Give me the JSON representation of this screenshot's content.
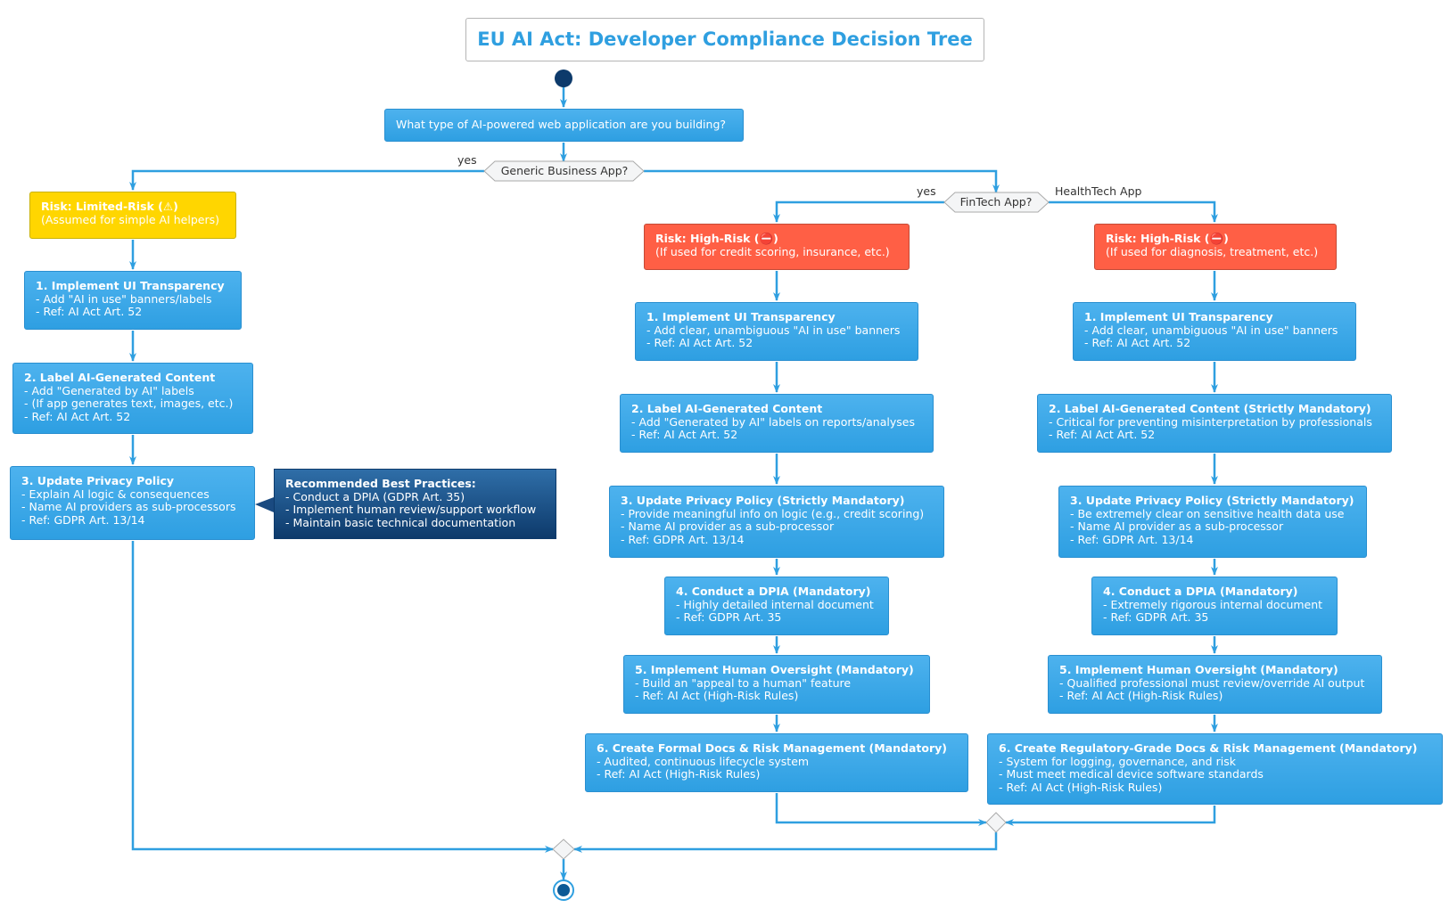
{
  "title": "EU AI Act: Developer Compliance Decision Tree",
  "start_question": "What type of AI-powered web application are you building?",
  "decision_generic": {
    "question": "Generic Business App?",
    "yes_label": "yes"
  },
  "decision_fintech": {
    "question": "FinTech App?",
    "yes_label": "yes",
    "no_label": "HealthTech App"
  },
  "generic": {
    "risk": {
      "title": "Risk: Limited-Risk (⚠)",
      "line1": "(Assumed for simple AI helpers)"
    },
    "step1": {
      "title": "1. Implement UI Transparency",
      "line1": "- Add \"AI in use\" banners/labels",
      "line2": "- Ref: AI Act Art. 52"
    },
    "step2": {
      "title": "2. Label AI-Generated Content",
      "line1": "- Add \"Generated by AI\" labels",
      "line2": "- (If app generates text, images, etc.)",
      "line3": "- Ref: AI Act Art. 52"
    },
    "step3": {
      "title": "3. Update Privacy Policy",
      "line1": "- Explain AI logic & consequences",
      "line2": "- Name AI providers as sub-processors",
      "line3": "- Ref: GDPR Art. 13/14"
    },
    "note": {
      "title": "Recommended Best Practices:",
      "line1": "- Conduct a DPIA (GDPR Art. 35)",
      "line2": "- Implement human review/support workflow",
      "line3": "- Maintain basic technical documentation"
    }
  },
  "fintech": {
    "risk": {
      "title": "Risk: High-Risk (⛔)",
      "line1": "(If used for credit scoring, insurance, etc.)"
    },
    "step1": {
      "title": "1. Implement UI Transparency",
      "line1": "- Add clear, unambiguous \"AI in use\" banners",
      "line2": "- Ref: AI Act Art. 52"
    },
    "step2": {
      "title": "2. Label AI-Generated Content",
      "line1": "- Add \"Generated by AI\" labels on reports/analyses",
      "line2": "- Ref: AI Act Art. 52"
    },
    "step3": {
      "title": "3. Update Privacy Policy (Strictly Mandatory)",
      "line1": "- Provide meaningful info on logic (e.g., credit scoring)",
      "line2": "- Name AI provider as a sub-processor",
      "line3": "- Ref: GDPR Art. 13/14"
    },
    "step4": {
      "title": "4. Conduct a DPIA (Mandatory)",
      "line1": "- Highly detailed internal document",
      "line2": "- Ref: GDPR Art. 35"
    },
    "step5": {
      "title": "5. Implement Human Oversight (Mandatory)",
      "line1": "- Build an \"appeal to a human\" feature",
      "line2": "- Ref: AI Act (High-Risk Rules)"
    },
    "step6": {
      "title": "6. Create Formal Docs & Risk Management (Mandatory)",
      "line1": "- Audited, continuous lifecycle system",
      "line2": "- Ref: AI Act (High-Risk Rules)"
    }
  },
  "health": {
    "risk": {
      "title": "Risk: High-Risk (⛔)",
      "line1": "(If used for diagnosis, treatment, etc.)"
    },
    "step1": {
      "title": "1. Implement UI Transparency",
      "line1": "- Add clear, unambiguous \"AI in use\" banners",
      "line2": "- Ref: AI Act Art. 52"
    },
    "step2": {
      "title": "2. Label AI-Generated Content (Strictly Mandatory)",
      "line1": "- Critical for preventing misinterpretation by professionals",
      "line2": "- Ref: AI Act Art. 52"
    },
    "step3": {
      "title": "3. Update Privacy Policy (Strictly Mandatory)",
      "line1": "- Be extremely clear on sensitive health data use",
      "line2": "- Name AI provider as a sub-processor",
      "line3": "- Ref: GDPR Art. 13/14"
    },
    "step4": {
      "title": "4. Conduct a DPIA (Mandatory)",
      "line1": "- Extremely rigorous internal document",
      "line2": "- Ref: GDPR Art. 35"
    },
    "step5": {
      "title": "5. Implement Human Oversight (Mandatory)",
      "line1": "- Qualified professional must review/override AI output",
      "line2": "- Ref: AI Act (High-Risk Rules)"
    },
    "step6": {
      "title": "6. Create Regulatory-Grade Docs & Risk Management (Mandatory)",
      "line1": "- System for logging, governance, and risk",
      "line2": "- Must meet medical device software standards",
      "line3": "- Ref: AI Act (High-Risk Rules)"
    }
  },
  "colors": {
    "flow": "#2f9fe0",
    "activity": "#3aa8ea",
    "limited": "#ffd600",
    "high": "#ff5f45",
    "note": "#0d3a6b",
    "start": "#0d3a6b"
  }
}
